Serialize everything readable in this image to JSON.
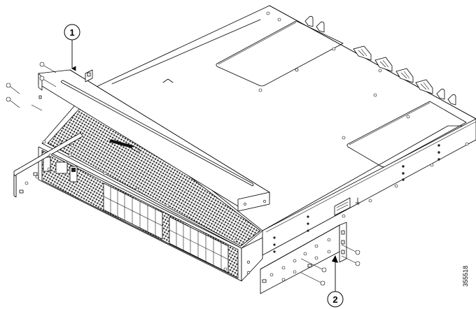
{
  "figure": {
    "type": "hardware installation line drawing",
    "description": "Isometric view of a 1RU network switch with front mesh-vented panel, 24 front ports, top-mounted rail bracket, and side rack-mount brackets with screws",
    "figure_id": "355518"
  },
  "callouts": [
    {
      "number": "1",
      "target": "top mounting bracket / rail"
    },
    {
      "number": "2",
      "target": "front rack-mount bracket"
    }
  ],
  "colors": {
    "line": "#000000",
    "background": "#ffffff"
  }
}
